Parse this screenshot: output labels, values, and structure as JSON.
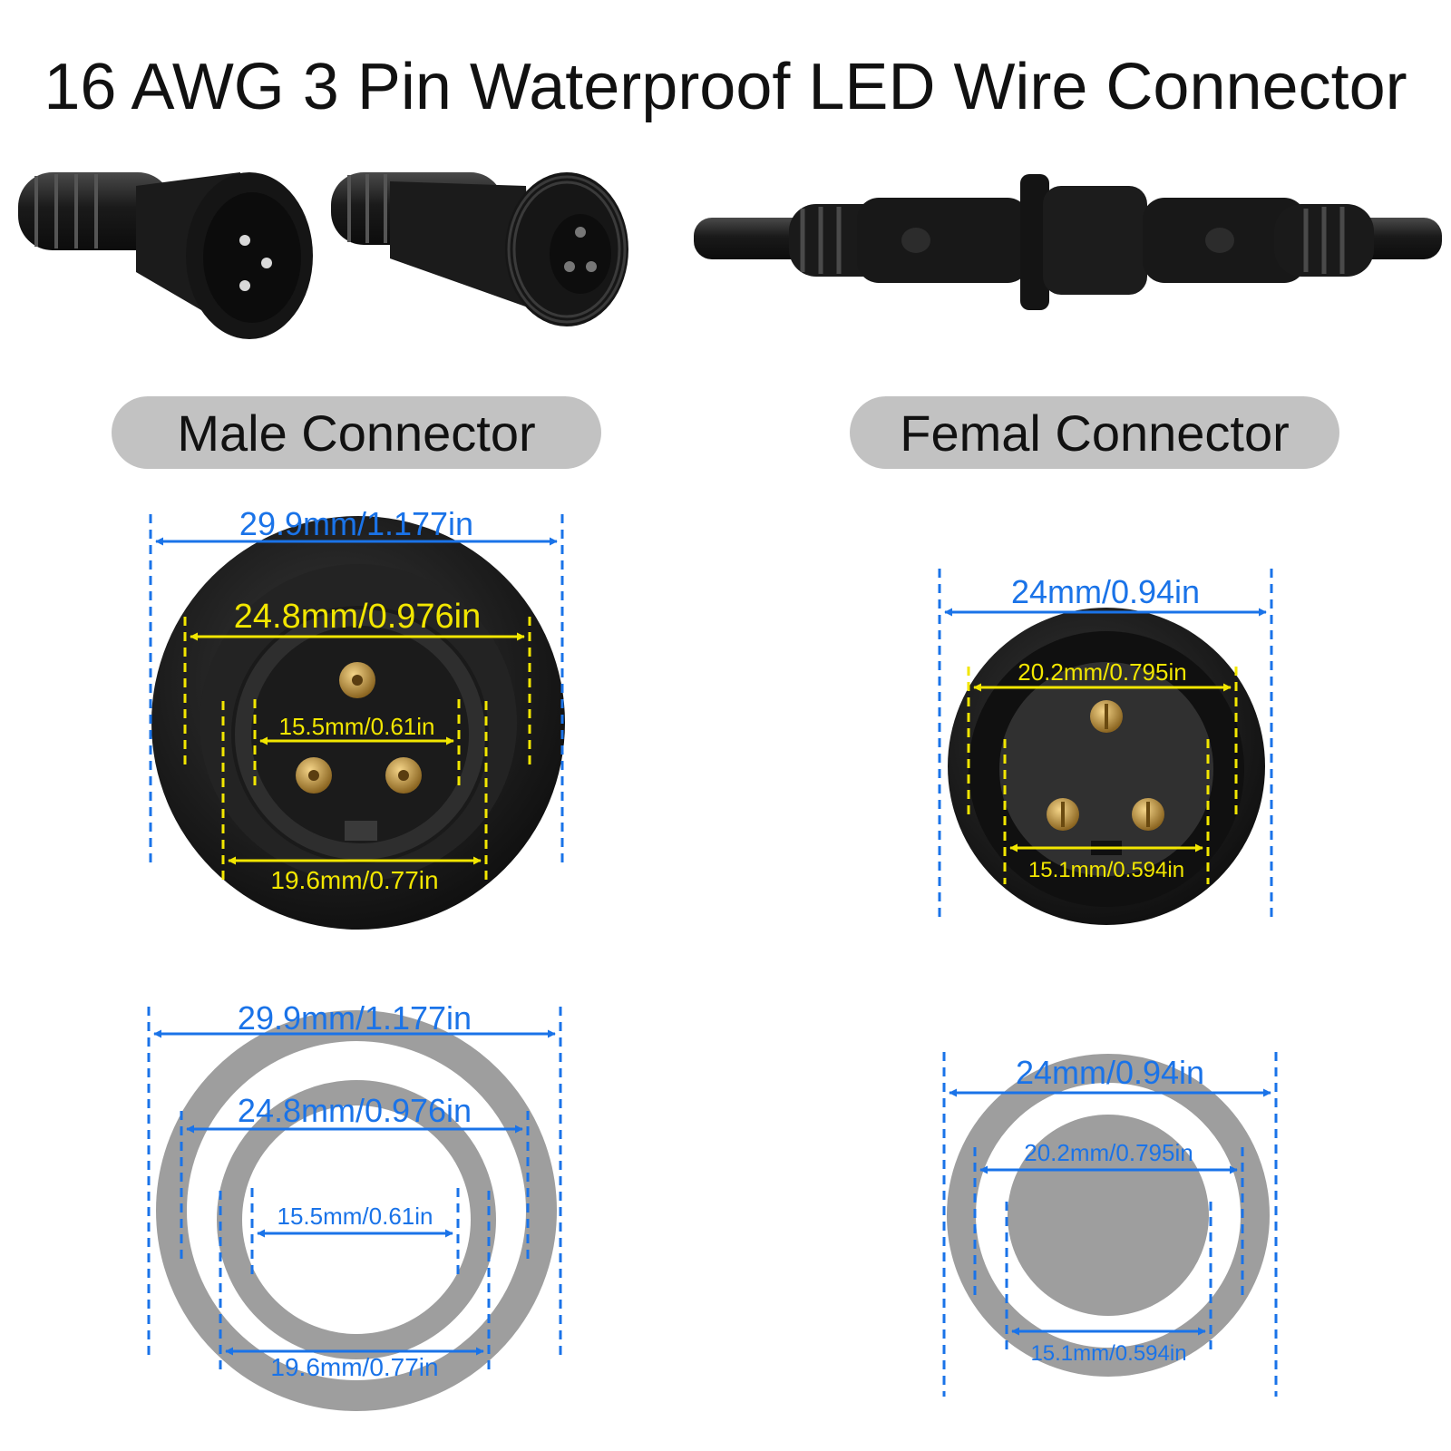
{
  "title": "16 AWG 3 Pin Waterproof LED Wire Connector",
  "labels": {
    "male": "Male Connector",
    "female": "Femal Connector"
  },
  "colors": {
    "blue": "#1a73e8",
    "yellow": "#f2e600",
    "pill": "#c2c2c2",
    "ring": "#9e9e9e",
    "body": "#1c1c1c",
    "brass": "#b58a3c"
  },
  "icons": {
    "male_connector": "male-connector-plug-icon",
    "female_connector": "female-connector-socket-icon",
    "joined_cable": "joined-cable-assembly-icon"
  },
  "dimensions": {
    "male_photo": {
      "outer": "29.9mm/1.177in",
      "rim": "24.8mm/0.976in",
      "pin_area": "15.5mm/0.61in",
      "inner_ring": "19.6mm/0.77in"
    },
    "female_photo": {
      "outer": "24mm/0.94in",
      "rim": "20.2mm/0.795in",
      "insert": "15.1mm/0.594in"
    },
    "male_diagram": {
      "outer": "29.9mm/1.177in",
      "rim": "24.8mm/0.976in",
      "pin_area": "15.5mm/0.61in",
      "inner_ring": "19.6mm/0.77in"
    },
    "female_diagram": {
      "outer": "24mm/0.94in",
      "rim": "20.2mm/0.795in",
      "insert": "15.1mm/0.594in"
    }
  }
}
